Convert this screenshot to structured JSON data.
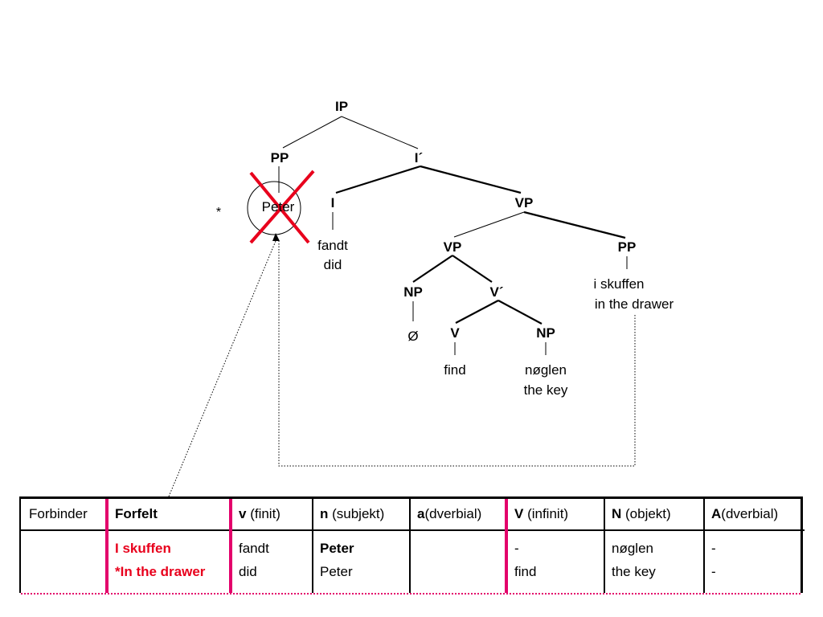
{
  "tree": {
    "root": "IP",
    "spec_pp": "PP",
    "i_bar": "I´",
    "i_head": "I",
    "vp_top": "VP",
    "vp_inner": "VP",
    "pp_adjunct": "PP",
    "np_subject": "NP",
    "v_bar": "V´",
    "v_head": "V",
    "np_object": "NP"
  },
  "words": {
    "peter": "Peter",
    "asterisk": "*",
    "fandt": "fandt",
    "did": "did",
    "skuffen": "i skuffen",
    "drawer": "in the drawer",
    "empty": "Ø",
    "find": "find",
    "noglen": "nøglen",
    "the_key": "the key"
  },
  "colors": {
    "cross": "#e8001c",
    "pink_border": "#e3006b",
    "red_text": "#e8001c"
  },
  "table": {
    "headers": [
      {
        "bold": "",
        "rest": "Forbinder"
      },
      {
        "bold": "Forfelt",
        "rest": ""
      },
      {
        "bold": "v",
        "rest": " (finit)"
      },
      {
        "bold": "n",
        "rest": " (subjekt)"
      },
      {
        "bold": "a",
        "rest": "(dverbial)"
      },
      {
        "bold": "V",
        "rest": " (infinit)"
      },
      {
        "bold": "N",
        "rest": " (objekt)"
      },
      {
        "bold": "A",
        "rest": "(dverbial)"
      }
    ],
    "row": {
      "forbinder": [
        "",
        ""
      ],
      "forfelt": [
        "I skuffen",
        "*In the drawer"
      ],
      "v_finit": [
        "fandt",
        "did"
      ],
      "n_subjekt": [
        "Peter",
        "Peter"
      ],
      "a_dverbial": [
        "",
        ""
      ],
      "V_infinit": [
        "-",
        "find"
      ],
      "N_objekt": [
        "nøglen",
        "the key"
      ],
      "A_dverbial": [
        "-",
        "-"
      ]
    }
  }
}
